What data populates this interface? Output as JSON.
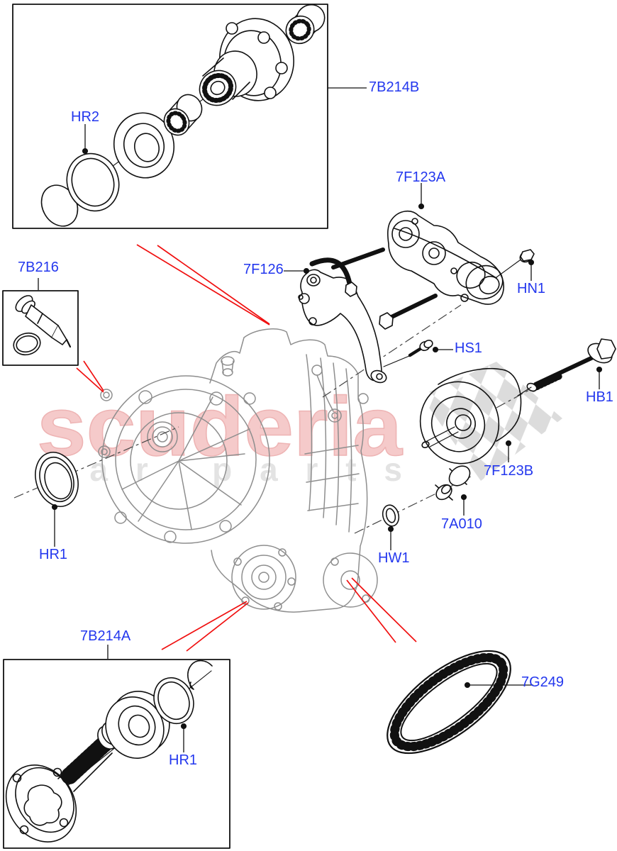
{
  "diagram": {
    "watermark": {
      "brand": "scuderia",
      "tagline": "car parts"
    },
    "callouts": [
      {
        "id": "HR2",
        "text": "HR2"
      },
      {
        "id": "7B214B",
        "text": "7B214B"
      },
      {
        "id": "7F123A",
        "text": "7F123A"
      },
      {
        "id": "7F126",
        "text": "7F126"
      },
      {
        "id": "HN1",
        "text": "HN1"
      },
      {
        "id": "7B216",
        "text": "7B216"
      },
      {
        "id": "HS1",
        "text": "HS1"
      },
      {
        "id": "HB1",
        "text": "HB1"
      },
      {
        "id": "7F123B",
        "text": "7F123B"
      },
      {
        "id": "7A010",
        "text": "7A010"
      },
      {
        "id": "HW1",
        "text": "HW1"
      },
      {
        "id": "HR1_seal",
        "text": "HR1"
      },
      {
        "id": "7B214A",
        "text": "7B214A"
      },
      {
        "id": "HR1_flange",
        "text": "HR1"
      },
      {
        "id": "7G249",
        "text": "7G249"
      }
    ],
    "colors": {
      "label_blue": "#2337ee",
      "leader_black": "#111111",
      "pointer_red": "#f01010",
      "case_gray": "#8e8e8e",
      "part_black": "#111111",
      "watermark_pink": "#f5caca",
      "watermark_pink_edge": "#eeb4b4",
      "watermark_gray": "#e3e3e3",
      "checker_gray": "#dcdcdc"
    }
  }
}
